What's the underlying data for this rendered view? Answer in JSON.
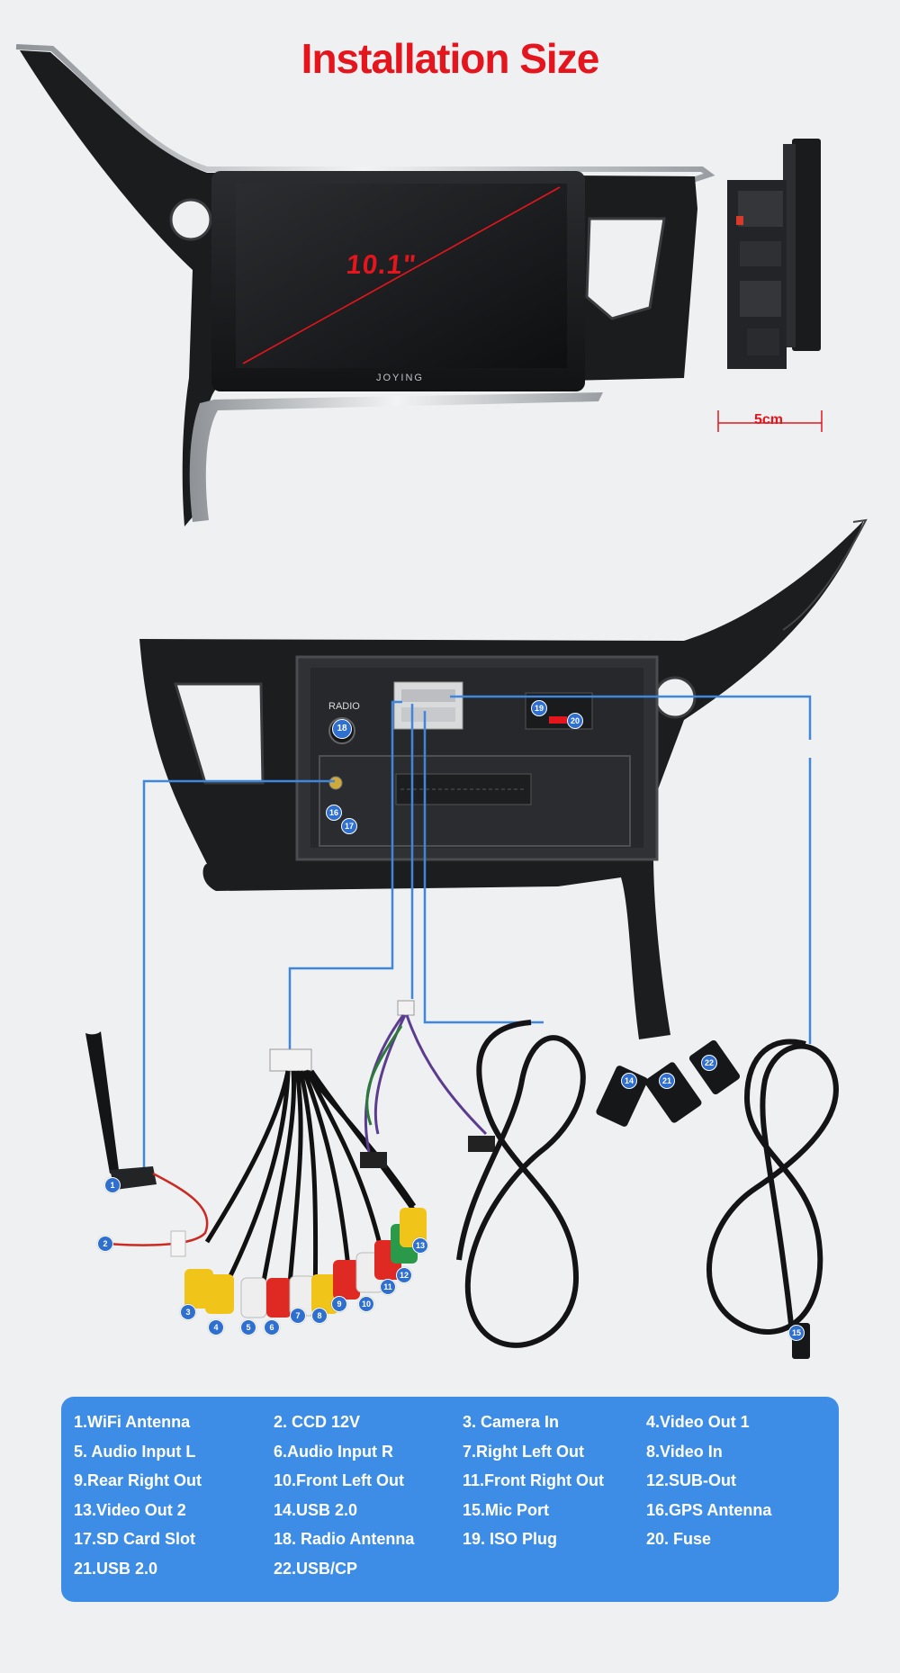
{
  "title": "Installation Size",
  "screen_size": "10.1\"",
  "brand": "JOYING",
  "depth": "5cm",
  "radio_label": "RADIO",
  "markers": [
    "1",
    "2",
    "3",
    "4",
    "5",
    "6",
    "7",
    "8",
    "9",
    "10",
    "11",
    "12",
    "13",
    "14",
    "15",
    "16",
    "17",
    "18",
    "19",
    "20",
    "21",
    "22"
  ],
  "legend": [
    "1.WiFi Antenna",
    "2. CCD 12V",
    "3. Camera In",
    "4.Video Out 1",
    "5. Audio Input L",
    "6.Audio Input R",
    "7.Right Left Out",
    "8.Video In",
    "9.Rear Right Out",
    "10.Front Left  Out",
    "11.Front Right Out",
    "12.SUB-Out",
    "13.Video Out 2",
    "14.USB 2.0",
    "15.Mic  Port",
    "16.GPS Antenna",
    "17.SD Card Slot",
    "18. Radio Antenna",
    "19. ISO Plug",
    "20. Fuse",
    "21.USB 2.0",
    "22.USB/CP"
  ],
  "colors": {
    "title": "#e4151c",
    "legend_bg": "#3d8de6",
    "marker": "#2f6fd0",
    "leader_line": "#3f86dc",
    "background": "#eef0f2"
  }
}
